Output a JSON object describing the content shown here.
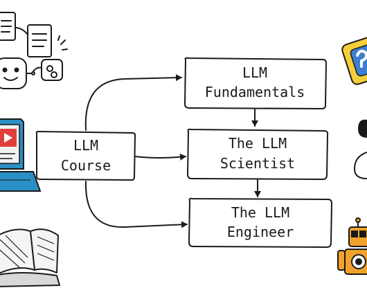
{
  "diagram": {
    "nodes": {
      "course": {
        "line1": "LLM",
        "line2": "Course"
      },
      "fundamentals": {
        "line1": "LLM",
        "line2": "Fundamentals"
      },
      "scientist": {
        "line1": "The LLM",
        "line2": "Scientist"
      },
      "engineer": {
        "line1": "The LLM",
        "line2": "Engineer"
      }
    },
    "edges": [
      {
        "from": "course",
        "to": "fundamentals"
      },
      {
        "from": "course",
        "to": "scientist"
      },
      {
        "from": "course",
        "to": "engineer"
      },
      {
        "from": "fundamentals",
        "to": "scientist"
      },
      {
        "from": "scientist",
        "to": "engineer"
      }
    ]
  },
  "decorations": [
    "documents-sketch-icon",
    "robot-sketch-icon",
    "laptop-video-icon",
    "open-books-icon",
    "puzzle-card-icon",
    "person-silhouette-icon",
    "orange-robot-icon"
  ],
  "colors": {
    "ink": "#1a1a1a",
    "laptop_blue": "#2a8fc4",
    "laptop_screen": "#f2f2f2",
    "play_red": "#e0403a",
    "puzzle_yellow": "#f5cf3a",
    "puzzle_blue": "#3b7fd0",
    "robot_orange": "#f0a22a"
  }
}
